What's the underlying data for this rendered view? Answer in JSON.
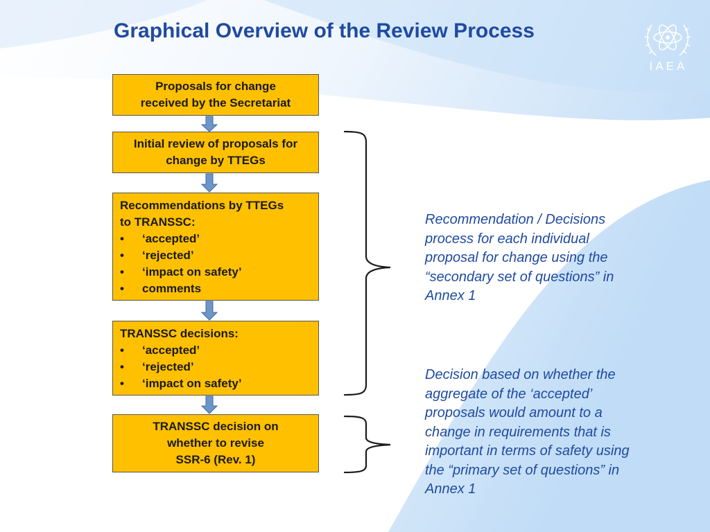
{
  "slide": {
    "title": "Graphical Overview of the Review Process",
    "logo_text": "IAEA",
    "logo_icon": "iaea-atom-laurel-icon"
  },
  "flow": {
    "boxes": [
      {
        "lines": [
          "Proposals for change",
          "received by the Secretariat"
        ]
      },
      {
        "lines": [
          "Initial review of proposals for",
          "change by TTEGs"
        ]
      },
      {
        "heading_lines": [
          "Recommendations by TTEGs",
          "to TRANSSC:"
        ],
        "bullet": "•",
        "items": [
          "‘accepted’",
          "‘rejected’",
          "‘impact on safety’",
          "comments"
        ]
      },
      {
        "heading_lines": [
          "TRANSSC decisions:"
        ],
        "bullet": "•",
        "items": [
          "‘accepted’",
          "‘rejected’",
          "‘impact on safety’"
        ]
      },
      {
        "lines": [
          "TRANSSC decision on",
          "whether to revise",
          "SSR-6 (Rev. 1)"
        ]
      }
    ]
  },
  "notes": {
    "first": [
      "Recommendation / Decisions",
      "process for each individual",
      "proposal for change using the",
      "“secondary set of questions” in",
      "Annex 1"
    ],
    "second": [
      "Decision based on whether the",
      "aggregate of the ‘accepted’",
      "proposals would amount to a",
      "change in requirements that is",
      "important in terms of safety using",
      "the “primary set of questions” in",
      "Annex 1"
    ]
  },
  "colors": {
    "title": "#1f4aa0",
    "box_fill": "#ffc000",
    "arrow_fill": "#6d95c8",
    "note_text": "#1f4aa0"
  }
}
